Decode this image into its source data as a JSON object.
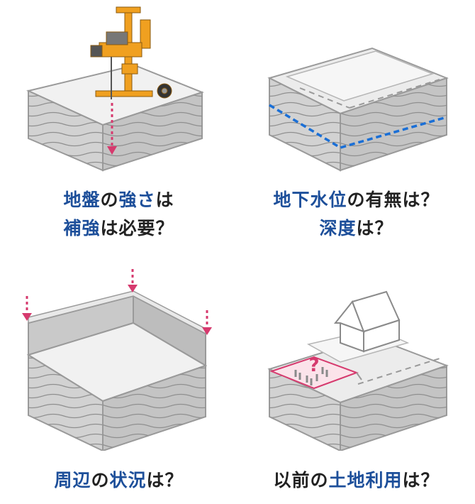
{
  "panels": [
    {
      "id": "ground-strength",
      "icon": "drilling-rig-icon",
      "caption": [
        [
          {
            "t": "地盤",
            "hl": true
          },
          {
            "t": "の",
            "hl": false
          },
          {
            "t": "強さ",
            "hl": true
          },
          {
            "t": "は",
            "hl": false
          }
        ],
        [
          {
            "t": "補強",
            "hl": true
          },
          {
            "t": "は必要？",
            "hl": false
          }
        ]
      ]
    },
    {
      "id": "groundwater",
      "icon": "groundwater-line-icon",
      "caption": [
        [
          {
            "t": "地下水位",
            "hl": true
          },
          {
            "t": "の有無は？",
            "hl": false
          }
        ],
        [
          {
            "t": "深度",
            "hl": true
          },
          {
            "t": "は？",
            "hl": false
          }
        ]
      ]
    },
    {
      "id": "surroundings",
      "icon": "retaining-wall-icon",
      "caption": [
        [
          {
            "t": "周辺",
            "hl": true
          },
          {
            "t": "の",
            "hl": false
          },
          {
            "t": "状況",
            "hl": true
          },
          {
            "t": "は？",
            "hl": false
          }
        ]
      ]
    },
    {
      "id": "previous-land-use",
      "icon": "buried-objects-icon",
      "question_mark": "?",
      "caption": [
        [
          {
            "t": "以前の",
            "hl": false
          },
          {
            "t": "土地利用",
            "hl": true
          },
          {
            "t": "は？",
            "hl": false
          }
        ]
      ]
    }
  ],
  "colors": {
    "highlight": "#1d4f9a",
    "text": "#222222",
    "arrow": "#d63a6e",
    "water": "#1a6fd6",
    "machine": "#f0a020"
  }
}
